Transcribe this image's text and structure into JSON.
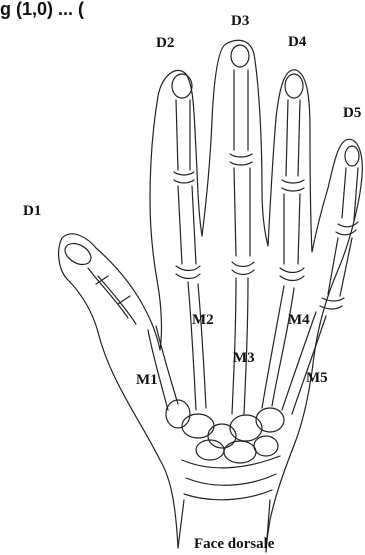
{
  "diagram": {
    "header_fragment": "g (1,0) ... (",
    "digit_labels": {
      "d1": "D1",
      "d2": "D2",
      "d3": "D3",
      "d4": "D4",
      "d5": "D5"
    },
    "metacarpal_labels": {
      "m1": "M1",
      "m2": "M2",
      "m3": "M3",
      "m4": "M4",
      "m5": "M5"
    },
    "caption": "Face dorsale",
    "colors": {
      "line": "#222222",
      "background": "#ffffff"
    },
    "illustration_icon": "hand-skeleton-icon"
  }
}
